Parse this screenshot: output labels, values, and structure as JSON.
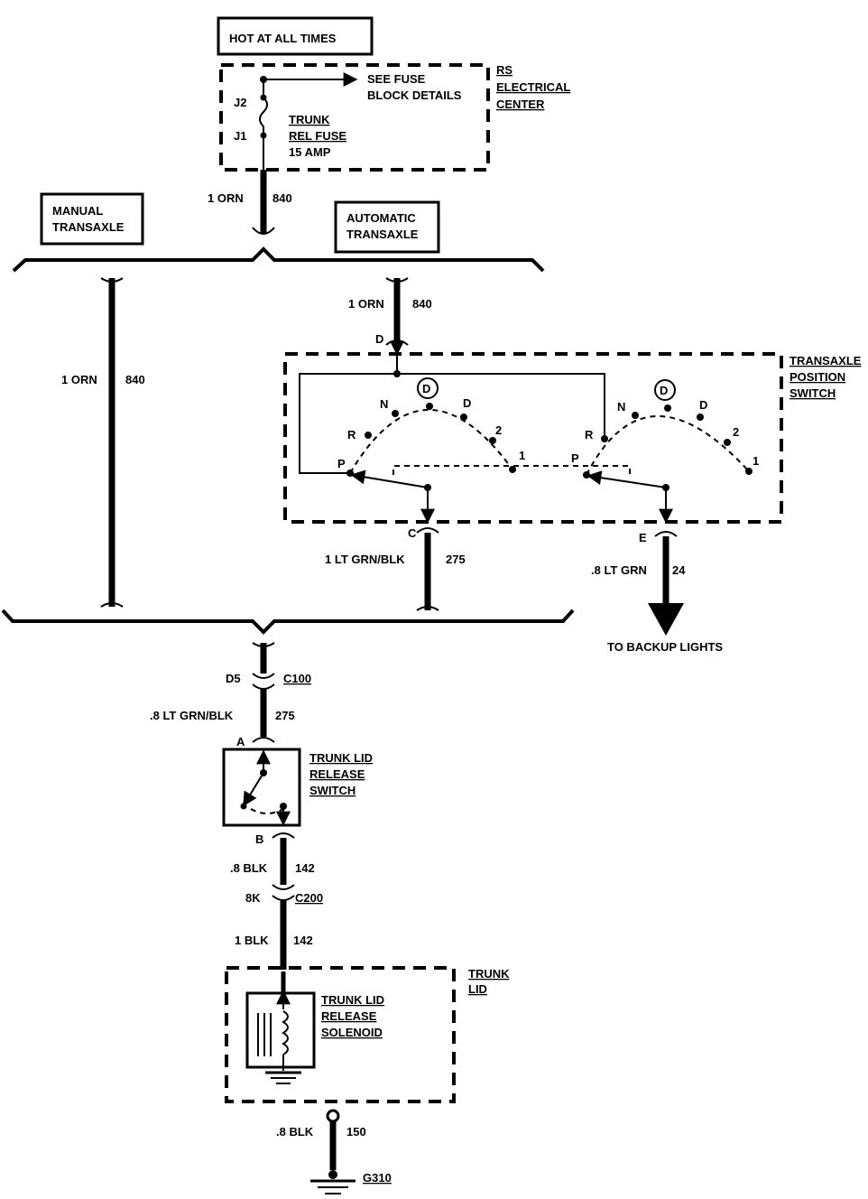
{
  "hot_at_all_times": "HOT AT ALL TIMES",
  "fuse_block": {
    "see_fuse_1": "SEE FUSE",
    "see_fuse_2": "BLOCK DETAILS",
    "center_1": "RS",
    "center_2": "ELECTRICAL",
    "center_3": "CENTER",
    "j2": "J2",
    "j1": "J1",
    "fuse_1": "TRUNK",
    "fuse_2": "REL FUSE",
    "fuse_3": "15 AMP"
  },
  "wire_top": {
    "gauge": "1 ORN",
    "circuit": "840"
  },
  "manual": {
    "line1": "MANUAL",
    "line2": "TRANSAXLE"
  },
  "automatic": {
    "line1": "AUTOMATIC",
    "line2": "TRANSAXLE"
  },
  "wire_manual": {
    "gauge": "1 ORN",
    "circuit": "840"
  },
  "wire_auto": {
    "gauge": "1 ORN",
    "circuit": "840"
  },
  "tps": {
    "line1": "TRANSAXLE",
    "line2": "POSITION",
    "line3": "SWITCH",
    "pin_d": "D",
    "pin_c": "C",
    "pin_e": "E",
    "pos_left": {
      "p": "P",
      "r": "R",
      "n": "N",
      "d_circle": "D",
      "d": "D",
      "two": "2",
      "one": "1"
    },
    "pos_right": {
      "p": "P",
      "r": "R",
      "n": "N",
      "d_circle": "D",
      "d": "D",
      "two": "2",
      "one": "1"
    }
  },
  "wire_c": {
    "gauge": "1 LT GRN/BLK",
    "circuit": "275"
  },
  "wire_e": {
    "gauge": ".8 LT GRN",
    "circuit": "24"
  },
  "backup": "TO BACKUP LIGHTS",
  "c100": {
    "pin": "D5",
    "connector": "C100"
  },
  "wire_275": {
    "gauge": ".8 LT GRN/BLK",
    "circuit": "275"
  },
  "switch": {
    "pin_a": "A",
    "pin_b": "B",
    "line1": "TRUNK LID",
    "line2": "RELEASE",
    "line3": "SWITCH"
  },
  "wire_142a": {
    "gauge": ".8 BLK",
    "circuit": "142"
  },
  "c200": {
    "pin": "8K",
    "connector": "C200"
  },
  "wire_142b": {
    "gauge": "1 BLK",
    "circuit": "142"
  },
  "trunk_lid": {
    "line1": "TRUNK",
    "line2": "LID"
  },
  "solenoid": {
    "line1": "TRUNK LID",
    "line2": "RELEASE",
    "line3": "SOLENOID"
  },
  "wire_150": {
    "gauge": ".8 BLK",
    "circuit": "150"
  },
  "ground": "G310"
}
